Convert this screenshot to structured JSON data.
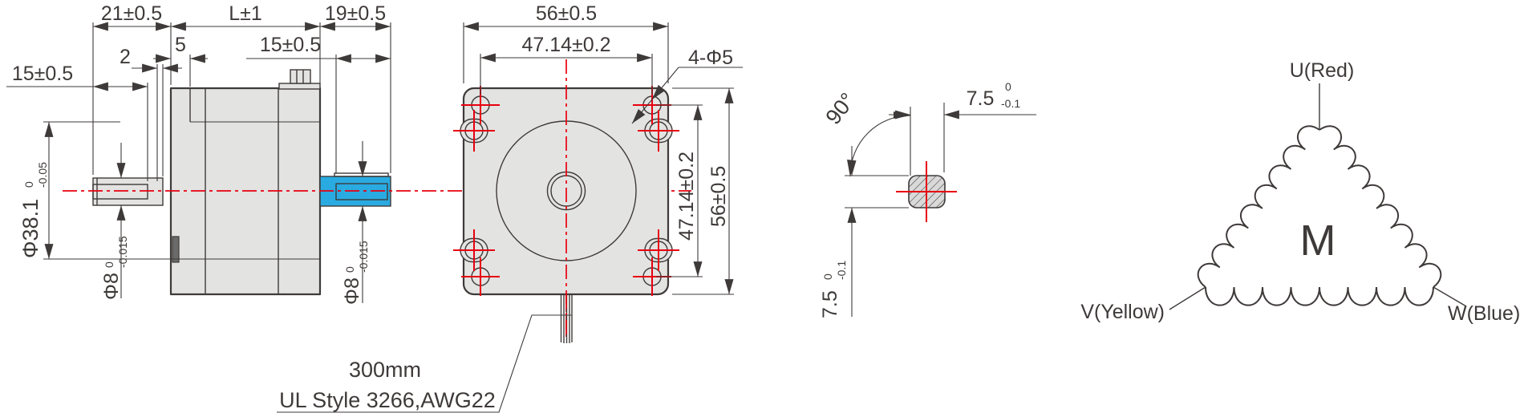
{
  "colors": {
    "line": "#3e3a39",
    "red_accent": "#e8000f",
    "body_fill": "#e3e3e2",
    "shaft_blue": "#29abe2",
    "hatch_fill": "#d9d9d9"
  },
  "side_view": {
    "dims": {
      "d21": "21±0.5",
      "dL": "L±1",
      "d19": "19±0.5",
      "d15_rear": "15±0.5",
      "d15_front": "15±0.5",
      "d5": "5",
      "d2": "2",
      "dia381": "Φ38.1",
      "dia381_tol_hi": "0",
      "dia381_tol_lo": "-0.05",
      "dia8": "Φ8",
      "dia8_tol_hi": "0",
      "dia8_tol_lo": "-0.015"
    }
  },
  "front_view": {
    "dims": {
      "d56_top": "56±0.5",
      "d4714_top": "47.14±0.2",
      "d4phi5": "4-Φ5",
      "d4714_right": "47.14±0.2",
      "d56_right": "56±0.5"
    }
  },
  "shaft_detail": {
    "dims": {
      "angle": "90°",
      "d75": "7.5",
      "d75_tol_hi": "0",
      "d75_tol_lo": "-0.1"
    }
  },
  "cable_note": {
    "line1": "300mm",
    "line2": "UL Style 3266,AWG22"
  },
  "wiring_diagram": {
    "motor_symbol": "M",
    "phase_u": "U(Red)",
    "phase_v": "V(Yellow)",
    "phase_w": "W(Blue)"
  }
}
